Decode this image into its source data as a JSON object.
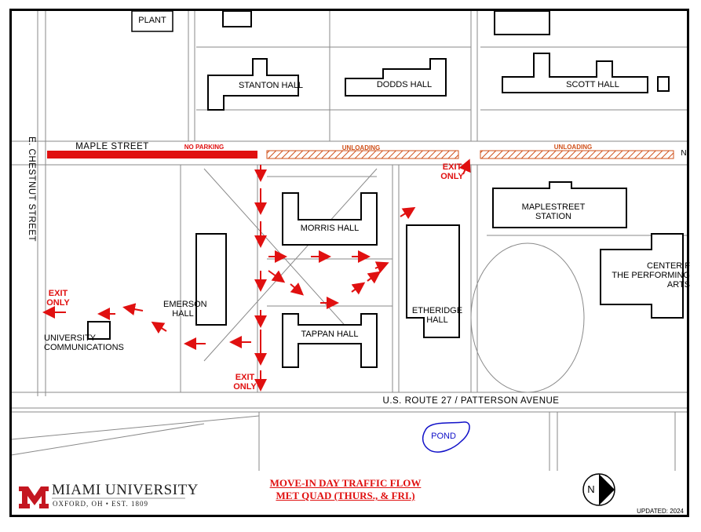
{
  "map": {
    "title_line1": "MOVE-IN DAY TRAFFIC FLOW",
    "title_line2": "MET QUAD (THURS., & FRI.)",
    "updated": "UPDATED: 2024",
    "north_label": "N",
    "colors": {
      "route_red": "#e01010",
      "unloading_orange": "#d0501a",
      "pond_blue": "#1010c8",
      "outline": "#000000"
    }
  },
  "logo": {
    "name": "MIAMI UNIVERSITY",
    "sub": "OXFORD, OH  •  EST. 1809",
    "icon": "miami-m-logo"
  },
  "buildings": {
    "plant": "PLANT",
    "stanton": "STANTON HALL",
    "dodds": "DODDS HALL",
    "scott": "SCOTT HALL",
    "morris": "MORRIS HALL",
    "maplestreet_station": "MAPLESTREET\nSTATION",
    "performing_arts": "CENTER F\nTHE PERFORMING\nARTS",
    "emerson": "EMERSON\nHALL",
    "etheridge": "ETHERIDGE\nHALL",
    "tappan": "TAPPAN HALL",
    "univ_comm": "UNIVERSITY\nCOMMUNICATIONS",
    "pond": "POND"
  },
  "streets": {
    "maple": "MAPLE STREET",
    "chestnut": "E. CHESTNUT STREET",
    "route27": "U.S. ROUTE 27 / PATTERSON AVENUE"
  },
  "zones": {
    "no_parking": "NO PARKING",
    "unloading_1": "UNLOADING",
    "unloading_2": "UNLOADING",
    "map_edge_label": "N"
  },
  "exits": {
    "exit_north": "EXIT\nONLY",
    "exit_west": "EXIT\nONLY",
    "exit_south": "EXIT\nONLY"
  }
}
